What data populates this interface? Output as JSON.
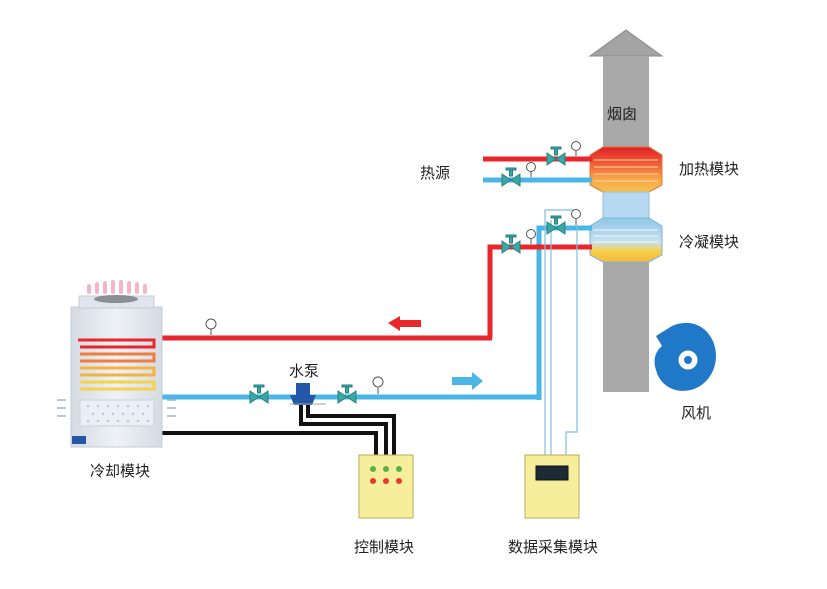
{
  "labels": {
    "chimney": "烟囱",
    "heat_source": "热源",
    "heating_module": "加热模块",
    "condensing_module": "冷凝模块",
    "fan": "风机",
    "pump": "水泵",
    "cooling_module": "冷却模块",
    "control_module": "控制模块",
    "data_module": "数据采集模块"
  },
  "colors": {
    "hot_pipe": "#e8262b",
    "cold_pipe": "#49b6e6",
    "cable": "#111111",
    "chimney": "#a8a8a8",
    "fan": "#1f78c8",
    "valve": "#3aa7a7",
    "box": "#f6ee9a"
  }
}
